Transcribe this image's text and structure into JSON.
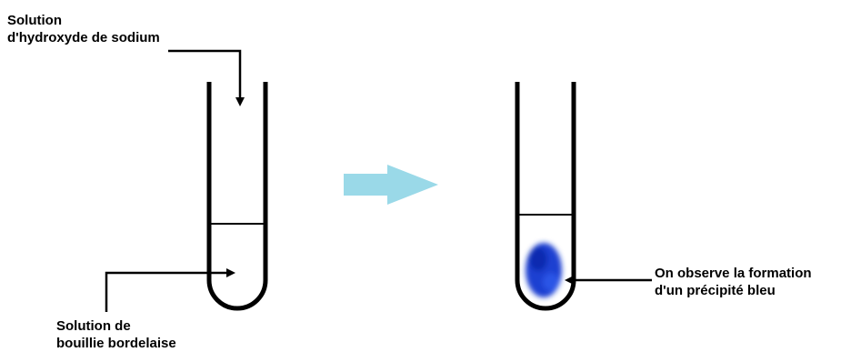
{
  "labels": {
    "reagent_line1": "Solution",
    "reagent_line2": "d'hydroxyde de sodium",
    "solution_line1": "Solution de",
    "solution_line2": "bouillie bordelaise",
    "result_line1": "On observe la formation",
    "result_line2": "d'un précipité bleu"
  },
  "colors": {
    "arrow": "#9ad9e8",
    "precipitate": "#1a3fd1",
    "line": "#000000"
  }
}
